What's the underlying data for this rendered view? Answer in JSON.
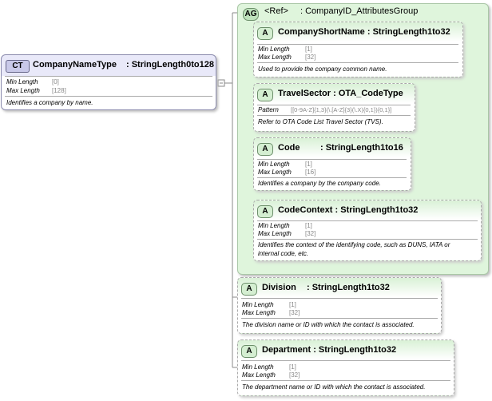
{
  "complex_type": {
    "badge": "CT",
    "name": "CompanyNameType",
    "type": ": StringLength0to128",
    "min_label": "Min Length",
    "min_value": "[0]",
    "max_label": "Max Length",
    "max_value": "[128]",
    "description": "Identifies a company by name."
  },
  "attribute_group": {
    "badge": "AG",
    "ref": "<Ref>",
    "name": ": CompanyID_AttributesGroup",
    "attributes": [
      {
        "badge": "A",
        "name": "CompanyShortName",
        "type": ": StringLength1to32",
        "min_label": "Min Length",
        "min_value": "[1]",
        "max_label": "Max Length",
        "max_value": "[32]",
        "description": "Used to provide the company common name."
      },
      {
        "badge": "A",
        "name": "TravelSector",
        "type": ": OTA_CodeType",
        "pattern_label": "Pattern",
        "pattern_value": "[[0-9A-Z]{1,3}(\\.[A-Z]{3}(\\.X){0,1}){0,1}]",
        "description": "Refer to OTA Code List Travel Sector (TVS)."
      },
      {
        "badge": "A",
        "name": "Code",
        "type": ": StringLength1to16",
        "min_label": "Min Length",
        "min_value": "[1]",
        "max_label": "Max Length",
        "max_value": "[16]",
        "description": "Identifies a company by the company code."
      },
      {
        "badge": "A",
        "name": "CodeContext",
        "type": ": StringLength1to32",
        "min_label": "Min Length",
        "min_value": "[1]",
        "max_label": "Max Length",
        "max_value": "[32]",
        "description_line1": "Identifies the context of the identifying code, such as DUNS, IATA or",
        "description_line2": "internal code, etc."
      }
    ]
  },
  "attributes": [
    {
      "badge": "A",
      "name": "Division",
      "type": ": StringLength1to32",
      "min_label": "Min Length",
      "min_value": "[1]",
      "max_label": "Max Length",
      "max_value": "[32]",
      "description": "The division name or ID with which the contact is associated."
    },
    {
      "badge": "A",
      "name": "Department",
      "type": ": StringLength1to32",
      "min_label": "Min Length",
      "min_value": "[1]",
      "max_label": "Max Length",
      "max_value": "[32]",
      "description": "The department name or ID with which the contact is associated."
    }
  ]
}
